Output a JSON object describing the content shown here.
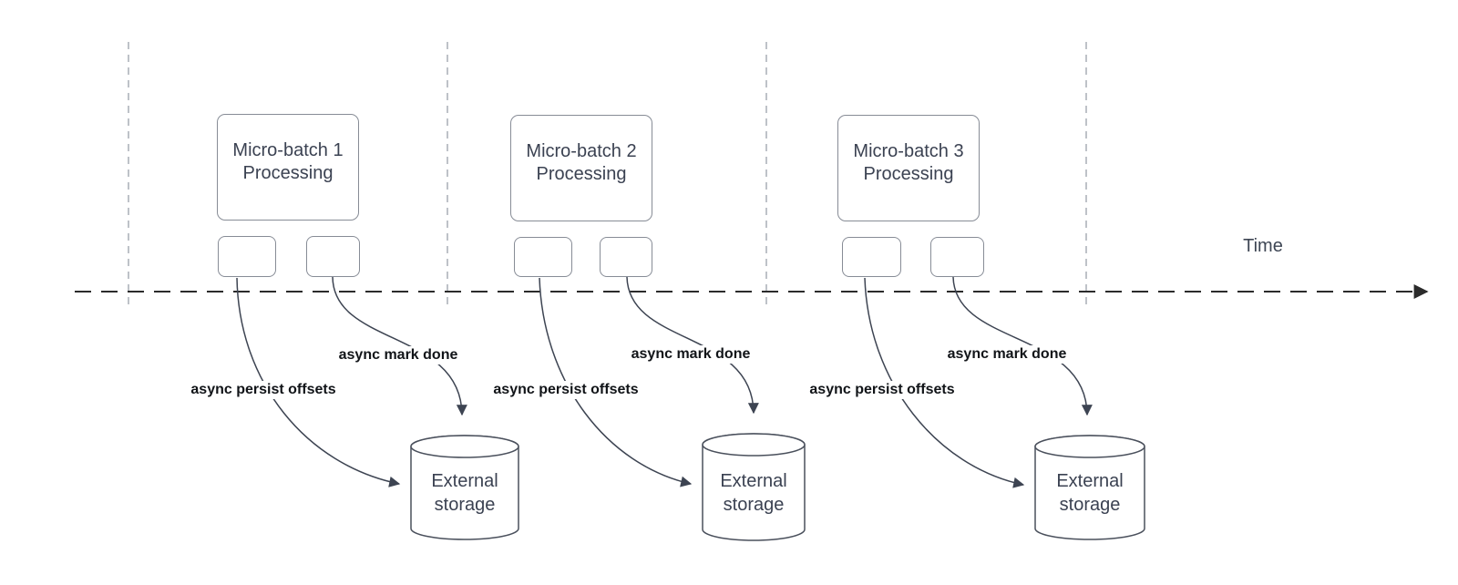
{
  "timeline": {
    "label": "Time"
  },
  "groups": [
    {
      "title": "Micro-batch 1",
      "subtitle": "Processing",
      "persist_label": "async persist offsets",
      "mark_done_label": "async mark done",
      "storage_label": "External storage"
    },
    {
      "title": "Micro-batch 2",
      "subtitle": "Processing",
      "persist_label": "async persist offsets",
      "mark_done_label": "async mark done",
      "storage_label": "External storage"
    },
    {
      "title": "Micro-batch 3",
      "subtitle": "Processing",
      "persist_label": "async persist offsets",
      "mark_done_label": "async mark done",
      "storage_label": "External storage"
    }
  ],
  "colors": {
    "curve_stroke": "#3d4452",
    "timeline_stroke": "#2b2b2b",
    "guide_stroke": "#a9adb6",
    "shape_border": "#878c96",
    "cylinder_stroke": "#4a505c",
    "shape_text": "#3b4252",
    "label_text": "#111418"
  }
}
